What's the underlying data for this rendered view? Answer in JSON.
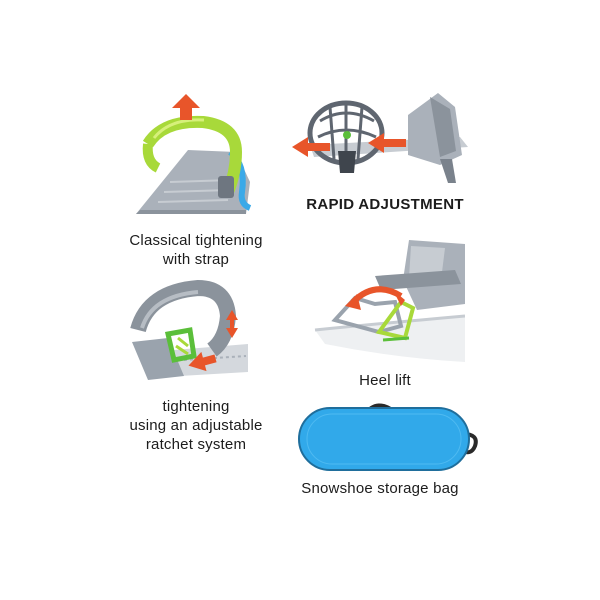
{
  "features": [
    {
      "id": "strap",
      "caption": "Classical tightening\nwith strap",
      "icon": "strap-binding-illustration"
    },
    {
      "id": "rapid",
      "caption": "RAPID ADJUSTMENT",
      "icon": "rapid-adjustment-binding-illustration"
    },
    {
      "id": "ratchet",
      "caption": "tightening\nusing an adjustable\nratchet system",
      "icon": "ratchet-binding-illustration"
    },
    {
      "id": "heel",
      "caption": "Heel lift",
      "icon": "heel-lift-illustration"
    },
    {
      "id": "bag",
      "caption": "Snowshoe storage bag",
      "icon": "storage-bag-illustration"
    }
  ],
  "colors": {
    "arrow": "#e8552a",
    "lime": "#a8d93a",
    "green": "#5bbf3a",
    "grey": "#9aa3ad",
    "dark_grey": "#5f6670",
    "blue": "#3aa9e8",
    "bag_blue": "#31a9ea"
  }
}
